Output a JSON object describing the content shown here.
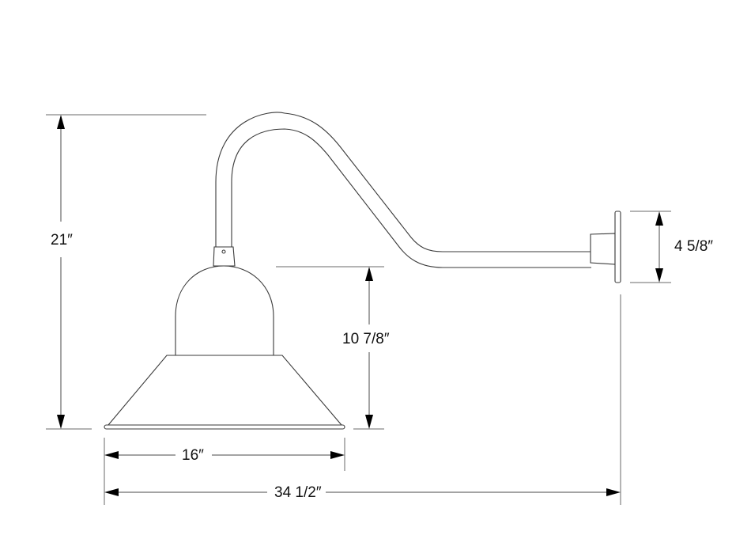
{
  "diagram": {
    "subject": "Gooseneck barn light fixture with wall bracket",
    "dimensions": {
      "overall_height": "21″",
      "shade_height": "10 7/8″",
      "backplate_height": "4 5/8″",
      "shade_width": "16″",
      "overall_projection": "34 1/2″"
    },
    "parts": [
      "gooseneck-arm",
      "arm-collar",
      "dome-cap",
      "conical-shade",
      "shade-rim",
      "wall-bracket",
      "backplate"
    ],
    "colors": {
      "line": "#3a3a3a",
      "dimension": "#4a4a4a",
      "background": "#ffffff"
    }
  }
}
